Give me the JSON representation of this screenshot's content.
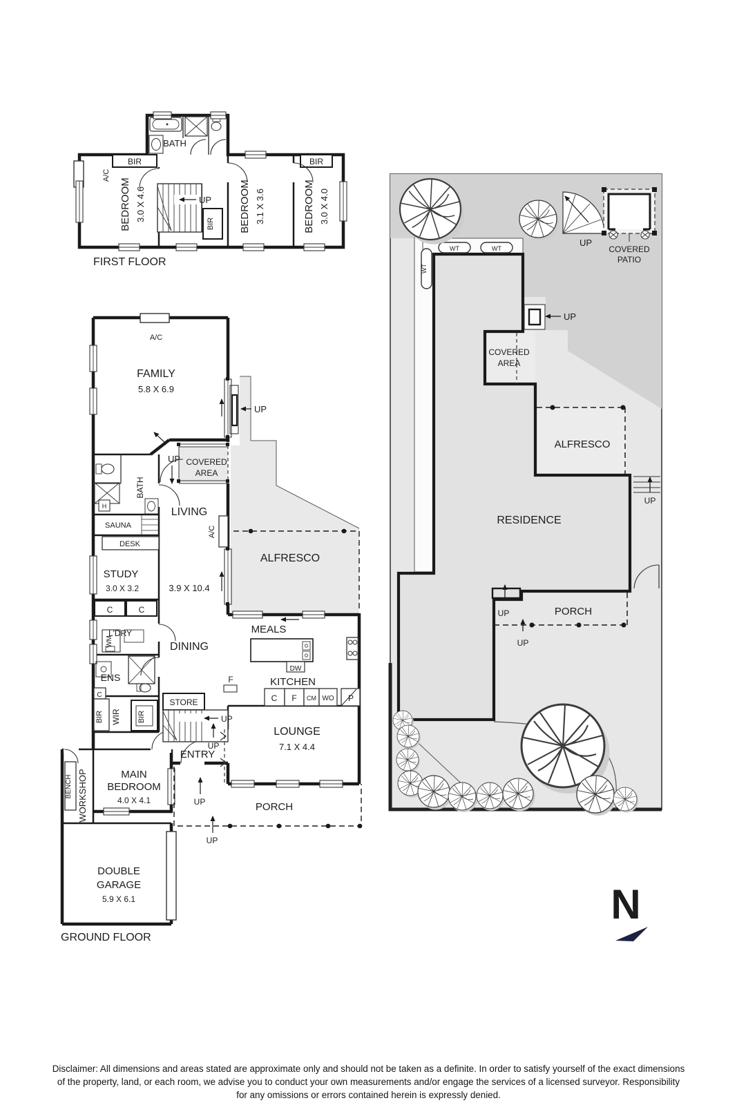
{
  "colors": {
    "wall": "#1a1a1a",
    "site_fill": "#e7e7e7",
    "site_dark": "#d2d2d2",
    "area_fill": "#ececec",
    "building_fill": "#e2e2e2",
    "north_navy": "#1c2340"
  },
  "first_floor": {
    "title": "FIRST FLOOR",
    "bath": "BATH",
    "bir_left": "BIR",
    "ac": "A/C",
    "bed1": "BEDROOM",
    "bed1_dim": "3.0 X 4.6",
    "up": "UP",
    "bir_mid": "BIR",
    "bed2": "BEDROOM",
    "bed2_dim": "3.1 X 3.6",
    "bed3": "BEDROOM",
    "bed3_dim": "3.0 X 4.0",
    "bir_right": "BIR"
  },
  "ground_floor": {
    "title": "GROUND FLOOR",
    "ac_top": "A/C",
    "family": "FAMILY",
    "family_dim": "5.8 X 6.9",
    "up_family": "UP",
    "up_hall": "UP",
    "covered_line1": "COVERED",
    "covered_line2": "AREA",
    "bath": "BATH",
    "h": "H",
    "sauna": "SAUNA",
    "desk": "DESK",
    "study": "STUDY",
    "study_dim": "3.0 X 3.2",
    "living": "LIVING",
    "ac_living": "A/C",
    "living_dim": "3.9 X 10.4",
    "alfresco": "ALFRESCO",
    "c1": "C",
    "c2": "C",
    "ldry": "L'DRY",
    "wm": "WM",
    "dining": "DINING",
    "meals": "MEALS",
    "dw": "DW",
    "ens": "ENS",
    "c3": "C",
    "fridge": "F",
    "kitchen": "KITCHEN",
    "bench_c": "C",
    "bench_f": "F",
    "bench_cm": "CM",
    "bench_wo": "WO",
    "bench_p": "P",
    "store": "STORE",
    "up_stair": "UP",
    "up_entry": "UP",
    "entry": "ENTRY",
    "bir_left": "BIR",
    "wir": "WIR",
    "bir_right": "BIR",
    "lounge": "LOUNGE",
    "lounge_dim": "7.1 X 4.4",
    "main_line1": "MAIN",
    "main_line2": "BEDROOM",
    "main_dim": "4.0 X 4.1",
    "up_entry_porch": "UP",
    "porch": "PORCH",
    "up_porch": "UP",
    "workshop": "WORKSHOP",
    "bench": "BENCH",
    "garage_line1": "DOUBLE",
    "garage_line2": "GARAGE",
    "garage_dim": "5.9 X 6.1"
  },
  "site_plan": {
    "wt1": "WT",
    "wt2": "WT",
    "wt3": "WT",
    "up_spiral": "UP",
    "patio_line1": "COVERED",
    "patio_line2": "PATIO",
    "up_side": "UP",
    "covered_line1": "COVERED",
    "covered_line2": "AREA",
    "alfresco": "ALFRESCO",
    "residence": "RESIDENCE",
    "up_right": "UP",
    "up_step": "UP",
    "porch": "PORCH",
    "up_porch": "UP"
  },
  "compass": {
    "north": "N"
  },
  "disclaimer": {
    "line1": "Disclaimer: All dimensions and areas stated are approximate only and should not be taken as a definite. In order to satisfy yourself of the exact dimensions",
    "line2": "of the property, land, or each room, we advise you to conduct your own measurements and/or engage the services of a licensed surveyor. Responsibility",
    "line3": "for any omissions or errors contained herein is expressly denied."
  }
}
